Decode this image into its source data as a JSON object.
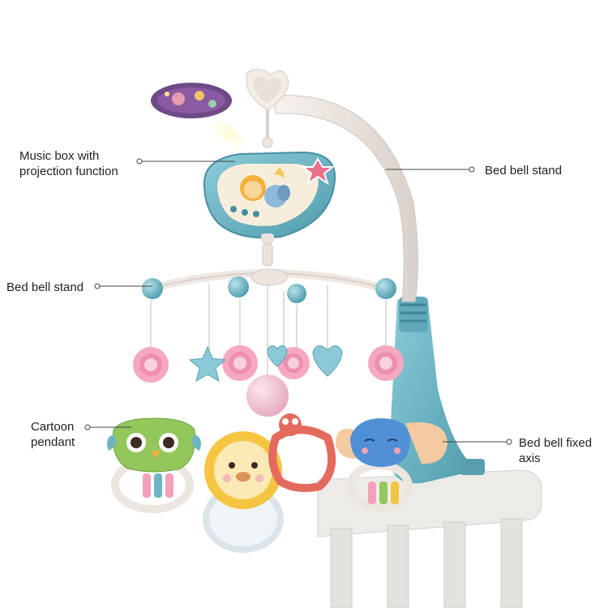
{
  "labels": {
    "music_box": {
      "line1": "Music box with",
      "line2": "projection function"
    },
    "stand_right": "Bed bell stand",
    "stand_left": "Bed bell stand",
    "cartoon": {
      "line1": "Cartoon",
      "line2": "pendant"
    },
    "axis": {
      "line1": "Bed bell fixed",
      "line2": "axis"
    }
  },
  "colors": {
    "teal": "#6fb4c4",
    "pink": "#f09ab6",
    "arm": "#f1ebe6",
    "crib": "#eeeeec",
    "leader": "#444444"
  }
}
